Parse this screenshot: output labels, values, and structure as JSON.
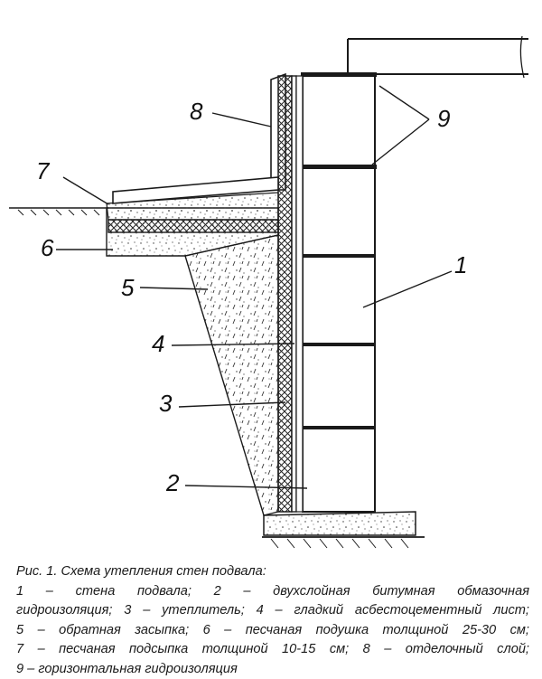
{
  "callouts": {
    "c1": "1",
    "c2": "2",
    "c3": "3",
    "c4": "4",
    "c5": "5",
    "c6": "6",
    "c7": "7",
    "c8": "8",
    "c9": "9"
  },
  "caption": {
    "title": "Рис. 1. Схема утепления стен подвала:",
    "lines": [
      "1 – стена подвала; 2 – двухслойная битумная обмазочная",
      "гидроизоляция; 3 – утеплитель; 4 – гладкий асбестоцементный лист;",
      "5 – обратная засыпка; 6 – песчаная подушка толщиной 25-30 см;",
      "7 – песчаная подсыпка толщиной 10-15 см; 8 – отделочный слой;",
      "9 – горизонтальная гидроизоляция"
    ]
  },
  "colors": {
    "ink": "#1a1a1a",
    "paper": "#ffffff"
  }
}
